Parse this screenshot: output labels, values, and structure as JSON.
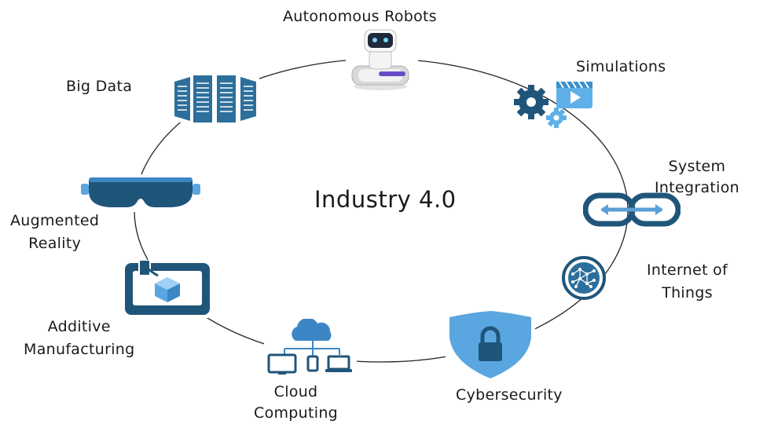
{
  "diagram": {
    "center_title": "Industry 4.0",
    "nodes": [
      {
        "id": "autonomous-robots",
        "lines": [
          "Autonomous Robots"
        ],
        "icon": "robot-icon"
      },
      {
        "id": "simulations",
        "lines": [
          "Simulations"
        ],
        "icon": "gears-video-icon"
      },
      {
        "id": "system-integration",
        "lines": [
          "System",
          "Integration"
        ],
        "icon": "linked-rings-icon"
      },
      {
        "id": "internet-of-things",
        "lines": [
          "Internet of",
          "Things"
        ],
        "icon": "network-globe-icon"
      },
      {
        "id": "cybersecurity",
        "lines": [
          "Cybersecurity"
        ],
        "icon": "shield-lock-icon"
      },
      {
        "id": "cloud-computing",
        "lines": [
          "Cloud",
          "Computing"
        ],
        "icon": "cloud-devices-icon"
      },
      {
        "id": "additive-manufacturing",
        "lines": [
          "Additive",
          "Manufacturing"
        ],
        "icon": "3d-printer-icon"
      },
      {
        "id": "augmented-reality",
        "lines": [
          "Augmented",
          "Reality"
        ],
        "icon": "vr-headset-icon"
      },
      {
        "id": "big-data",
        "lines": [
          "Big Data"
        ],
        "icon": "server-racks-icon"
      }
    ],
    "colors": {
      "icon_dark": "#20557a",
      "icon_mid": "#2d6f9c",
      "icon_light": "#5b9fd6",
      "ring": "#222222"
    }
  }
}
